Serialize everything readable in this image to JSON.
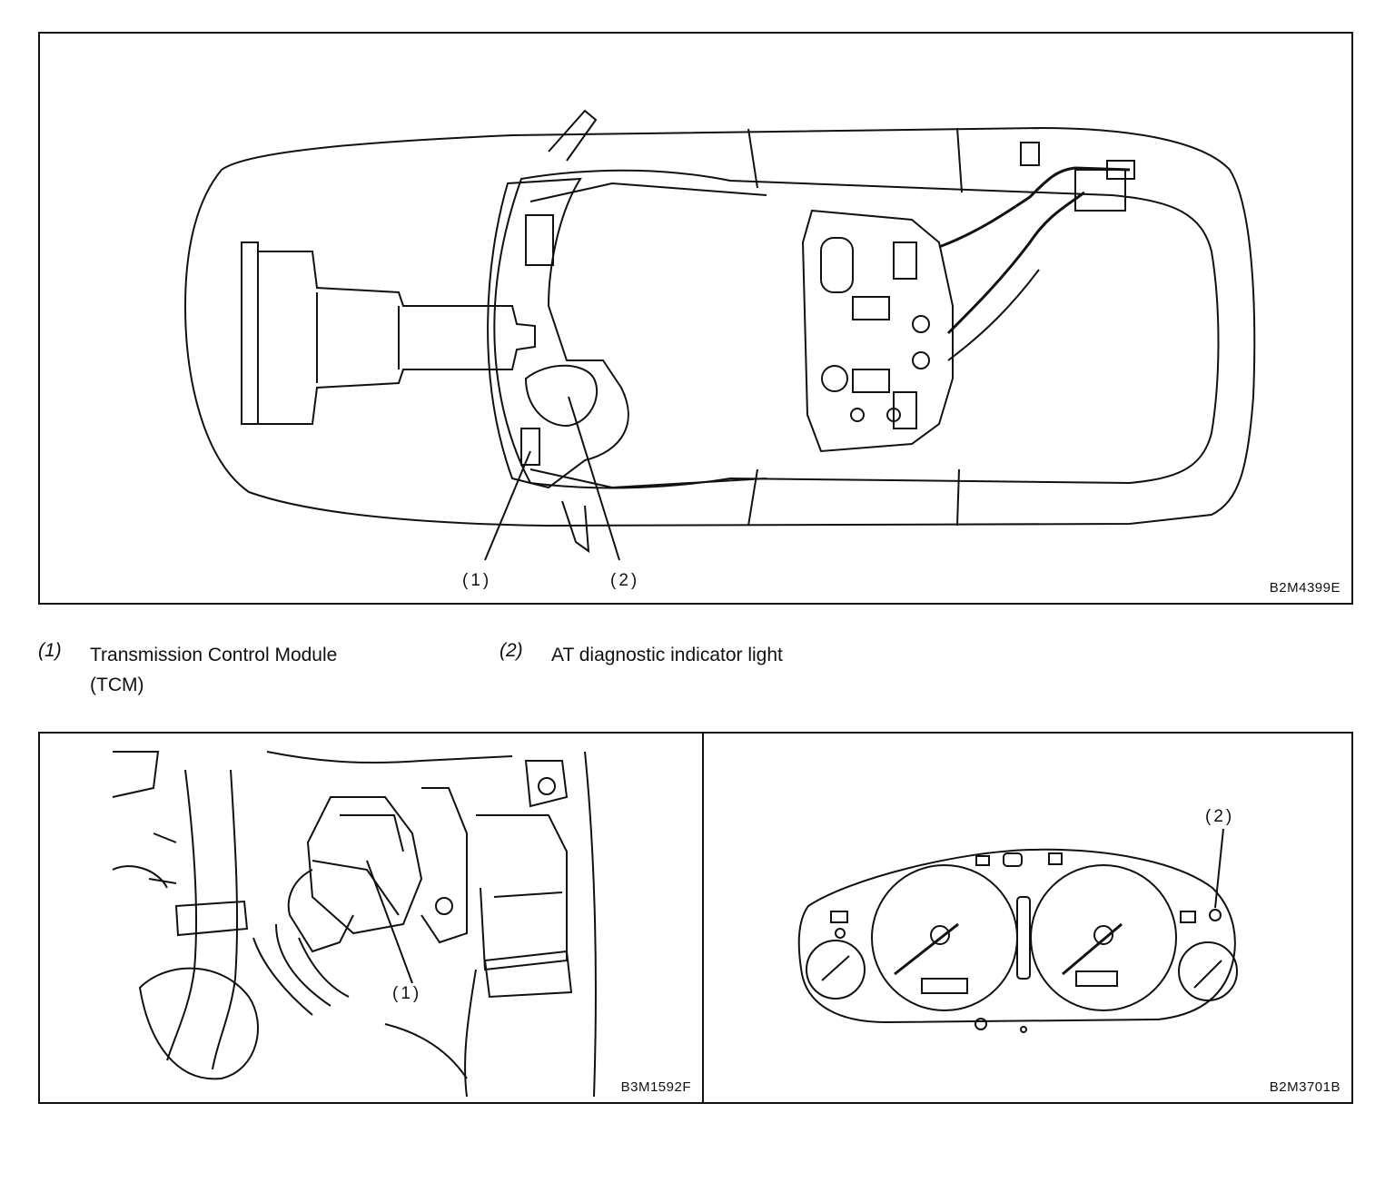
{
  "top_figure": {
    "code": "B2M4399E",
    "callouts": [
      "(1)",
      "(2)"
    ]
  },
  "legend": [
    {
      "num": "(1)",
      "line1": "Transmission Control Module",
      "line2": "(TCM)"
    },
    {
      "num": "(2)",
      "line1": "AT diagnostic indicator light"
    }
  ],
  "bottom_left_figure": {
    "code": "B3M1592F",
    "callout": "(1)"
  },
  "bottom_right_figure": {
    "code": "B2M3701B",
    "callout": "(2)"
  }
}
